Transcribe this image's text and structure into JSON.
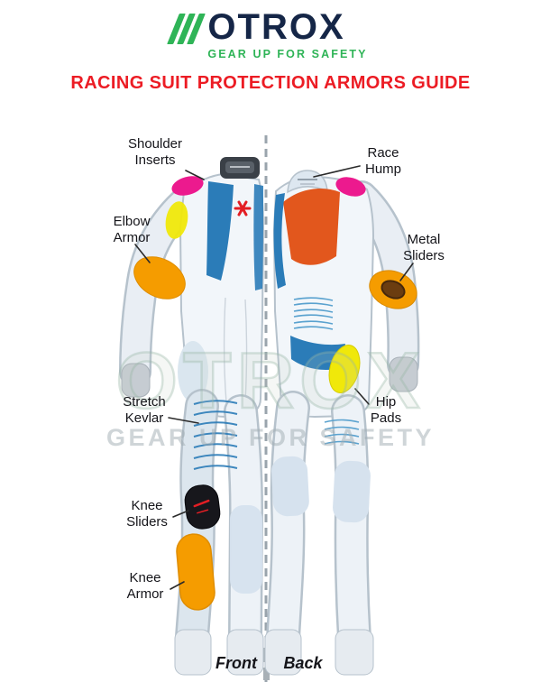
{
  "header": {
    "brand": "OTROX",
    "tagline": "GEAR UP FOR SAFETY"
  },
  "title": "RACING SUIT PROTECTION ARMORS GUIDE",
  "watermark": {
    "brand": "OTROX",
    "tagline": "GEAR UP FOR SAFETY"
  },
  "annotations": [
    {
      "id": "shoulder-inserts",
      "line1": "Shoulder",
      "line2": "Inserts"
    },
    {
      "id": "race-hump",
      "line1": "Race",
      "line2": "Hump"
    },
    {
      "id": "elbow-armor",
      "line1": "Elbow",
      "line2": "Armor"
    },
    {
      "id": "metal-sliders",
      "line1": "Metal",
      "line2": "Sliders"
    },
    {
      "id": "stretch-kevlar",
      "line1": "Stretch",
      "line2": "Kevlar"
    },
    {
      "id": "hip-pads",
      "line1": "Hip",
      "line2": "Pads"
    },
    {
      "id": "knee-sliders",
      "line1": "Knee",
      "line2": "Sliders"
    },
    {
      "id": "knee-armor",
      "line1": "Knee",
      "line2": "Armor"
    }
  ],
  "footer": {
    "front_label": "Front",
    "back_label": "Back"
  },
  "colors": {
    "brand_navy": "#152647",
    "brand_green": "#2fb457",
    "title_red": "#ec1c24",
    "accent_blue": "#2b7cb8",
    "accent_blue_light": "#5aa2cf",
    "shoulder_pink": "#ec1a8e",
    "pad_orange": "#f59c00",
    "pad_yellow": "#f0e80a",
    "back_panel_orange": "#e2571d",
    "slider_brown": "#6b3d10",
    "knee_slider_black": "#17171c"
  }
}
